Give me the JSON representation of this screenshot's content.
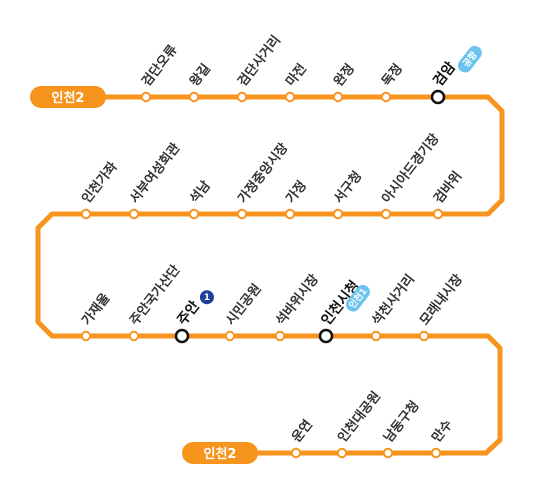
{
  "line": {
    "color": "#f7941d",
    "start_badge": "인천2",
    "end_badge": "인천2"
  },
  "stations": [
    {
      "id": "geomdanoryu",
      "name": "검단오류",
      "major": false
    },
    {
      "id": "wanggil",
      "name": "왕길",
      "major": false
    },
    {
      "id": "geomdansageori",
      "name": "검단사거리",
      "major": false
    },
    {
      "id": "majeon",
      "name": "마전",
      "major": false
    },
    {
      "id": "wanjeong",
      "name": "완정",
      "major": false
    },
    {
      "id": "dokjeong",
      "name": "독정",
      "major": false
    },
    {
      "id": "geomam",
      "name": "검암",
      "major": true,
      "transfer": {
        "kind": "pill",
        "text": "공항",
        "color": "#6cc3ee"
      }
    },
    {
      "id": "geombawi",
      "name": "검바위",
      "major": false
    },
    {
      "id": "asiad",
      "name": "아시아드경기장",
      "major": false
    },
    {
      "id": "seogu",
      "name": "서구청",
      "major": false
    },
    {
      "id": "gajeong",
      "name": "가정",
      "major": false
    },
    {
      "id": "gajeongmarket",
      "name": "가정중앙시장",
      "major": false
    },
    {
      "id": "seongnam",
      "name": "석남",
      "major": false
    },
    {
      "id": "seobu",
      "name": "서부여성회관",
      "major": false
    },
    {
      "id": "incheongajwa",
      "name": "인천가좌",
      "major": false
    },
    {
      "id": "gajaeul",
      "name": "가재울",
      "major": false
    },
    {
      "id": "juangukgasandan",
      "name": "주안국가산단",
      "major": false
    },
    {
      "id": "juan",
      "name": "주안",
      "major": true,
      "transfer": {
        "kind": "circle",
        "text": "1",
        "color": "#1f3f9a"
      }
    },
    {
      "id": "simingongwon",
      "name": "시민공원",
      "major": false
    },
    {
      "id": "seokbawimarket",
      "name": "석바위시장",
      "major": false
    },
    {
      "id": "incheoncityhall",
      "name": "인천시청",
      "major": true,
      "transfer": {
        "kind": "pill",
        "text": "인천1",
        "color": "#6cc3ee"
      }
    },
    {
      "id": "seokcheonsageori",
      "name": "석천사거리",
      "major": false
    },
    {
      "id": "moraenae",
      "name": "모래내시장",
      "major": false
    },
    {
      "id": "mansu",
      "name": "만수",
      "major": false
    },
    {
      "id": "namdonggucheong",
      "name": "남동구청",
      "major": false
    },
    {
      "id": "incheongrandpark",
      "name": "인천대공원",
      "major": false
    },
    {
      "id": "unyeon",
      "name": "운연",
      "major": false
    }
  ]
}
